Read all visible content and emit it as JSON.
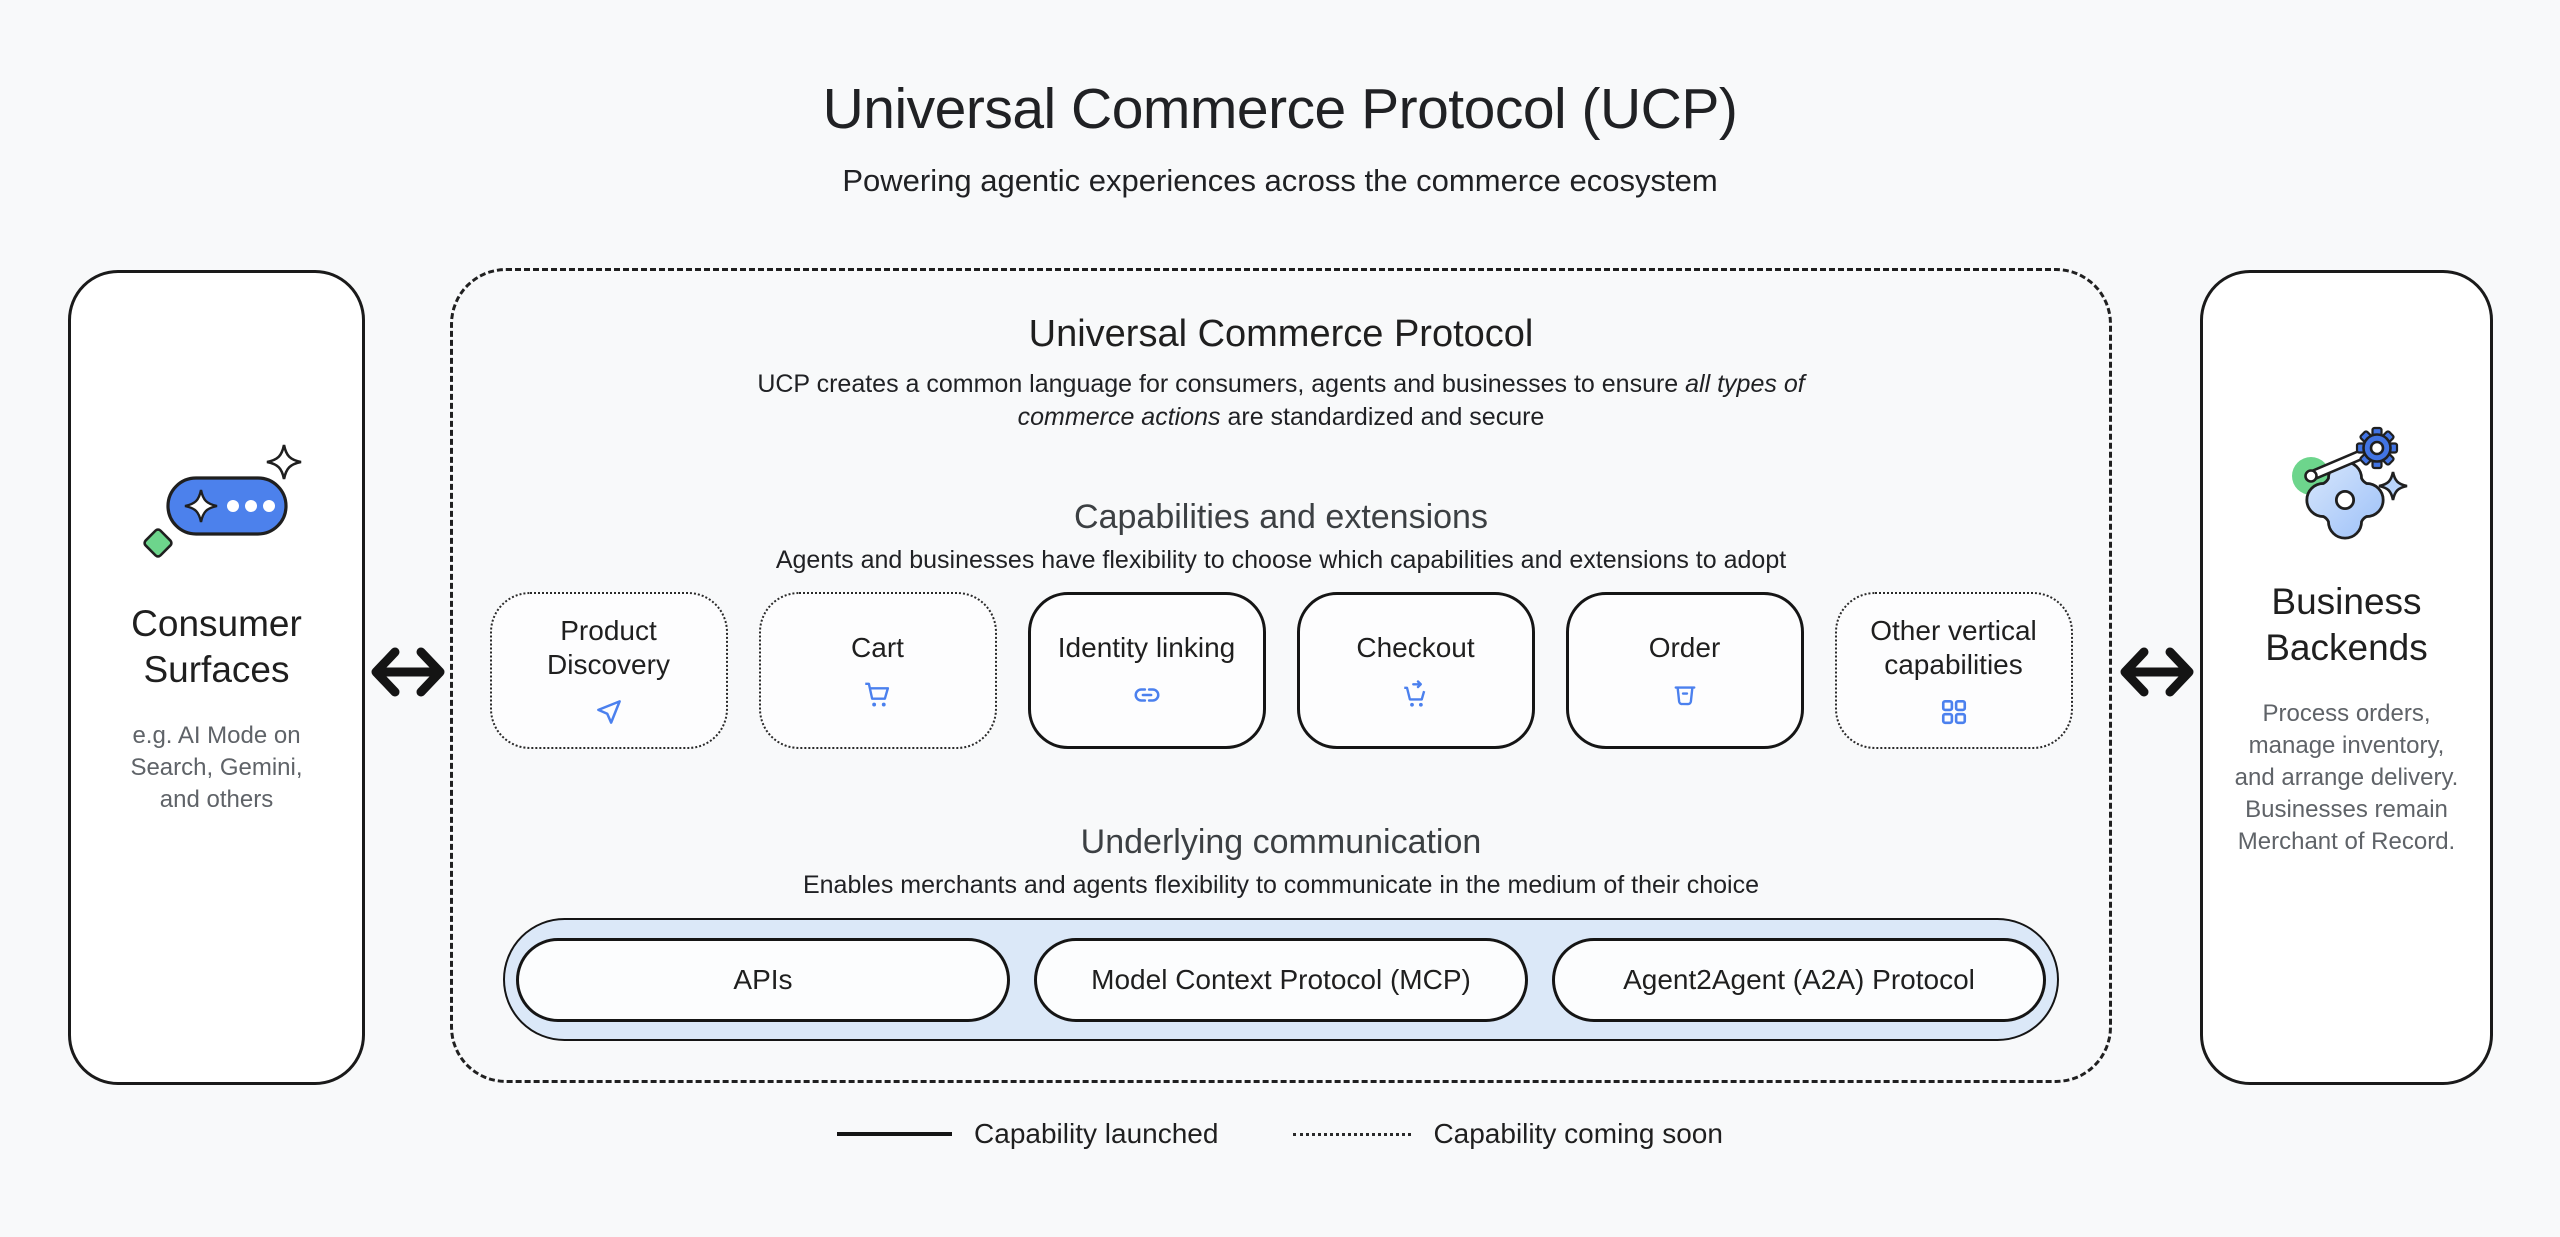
{
  "page": {
    "title": "Universal Commerce Protocol (UCP)",
    "subtitle": "Powering agentic experiences across the commerce ecosystem"
  },
  "consumer_panel": {
    "title": "Consumer Surfaces",
    "description": "e.g. AI Mode on Search, Gemini, and others",
    "icon": "chat-sparkle-icon"
  },
  "business_panel": {
    "title": "Business Backends",
    "description": "Process orders, manage inventory, and arrange delivery. Businesses remain Merchant of Record.",
    "icon": "gears-icon"
  },
  "ucp_box": {
    "title": "Universal Commerce Protocol",
    "description_prefix": "UCP creates a common language for consumers, agents and businesses to ensure ",
    "description_italic": "all types of commerce actions",
    "description_suffix": " are standardized and secure",
    "capabilities": {
      "heading": "Capabilities and extensions",
      "subheading": "Agents and businesses have flexibility to choose which capabilities and extensions to adopt",
      "items": [
        {
          "label": "Product Discovery",
          "icon": "send-icon",
          "status": "coming-soon"
        },
        {
          "label": "Cart",
          "icon": "cart-icon",
          "status": "coming-soon"
        },
        {
          "label": "Identity linking",
          "icon": "link-icon",
          "status": "launched"
        },
        {
          "label": "Checkout",
          "icon": "checkout-cart-icon",
          "status": "launched"
        },
        {
          "label": "Order",
          "icon": "order-box-icon",
          "status": "launched"
        },
        {
          "label": "Other vertical capabilities",
          "icon": "grid-icon",
          "status": "coming-soon"
        }
      ]
    },
    "communication": {
      "heading": "Underlying communication",
      "subheading": "Enables merchants and agents flexibility to communicate in the medium of their choice",
      "protocols": [
        "APIs",
        "Model Context Protocol (MCP)",
        "Agent2Agent (A2A) Protocol"
      ]
    }
  },
  "legend": {
    "launched_label": "Capability launched",
    "coming_soon_label": "Capability coming soon"
  },
  "colors": {
    "accent_blue": "#4B80EE",
    "pill_blue": "#4C81EC",
    "green": "#6DD58C",
    "light_blue_fill": "#DBE8F8",
    "light_blue_icon": "#B9D4FA",
    "border_dark": "#1A1A1A",
    "background": "#F8F9FA",
    "text_primary": "#1F1F1F",
    "text_secondary": "#5F6368",
    "section_heading": "#3C4043"
  }
}
